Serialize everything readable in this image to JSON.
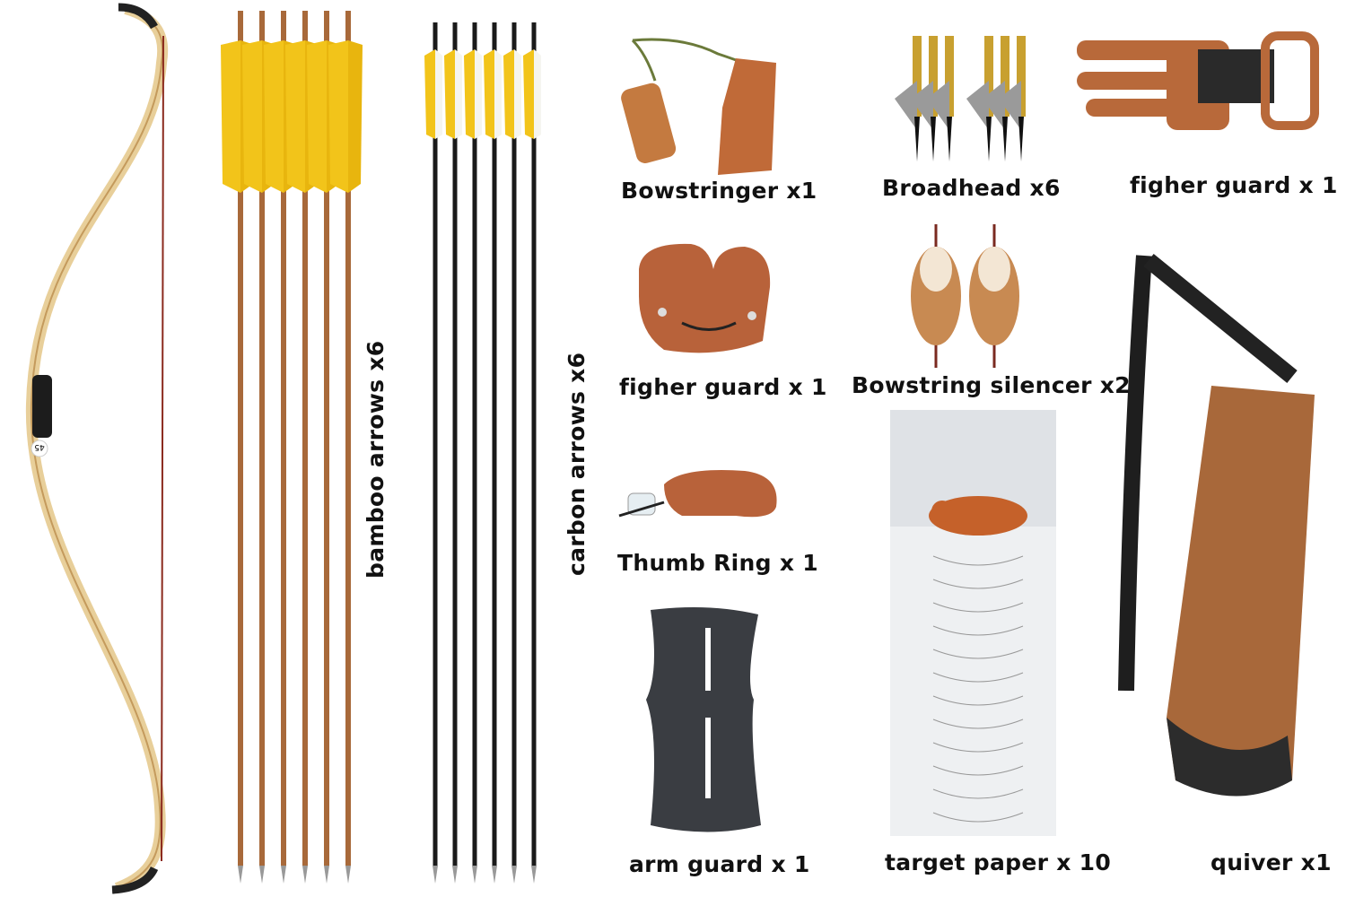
{
  "bow": {
    "weight_tag": "45"
  },
  "labels": {
    "bamboo_arrows": "bamboo arrows x6",
    "carbon_arrows": "carbon arrows  x6",
    "bowstringer": "Bowstringer x1",
    "broadhead": "Broadhead x6",
    "finger_guard_glove": "figher guard x 1",
    "finger_guard_tab": "figher guard x 1",
    "silencer": "Bowstring silencer x2",
    "thumb_ring": "Thumb Ring x 1",
    "arm_guard": "arm guard x 1",
    "target_paper": "target paper x 10",
    "quiver": "quiver x1"
  },
  "colors": {
    "bamboo_shaft": "#a8693a",
    "feather_yellow": "#f2c41a",
    "carbon_shaft": "#1a1a1a",
    "leather": "#b8693a",
    "suede": "#a8683a",
    "bow_limb": "#e8cf9a"
  }
}
